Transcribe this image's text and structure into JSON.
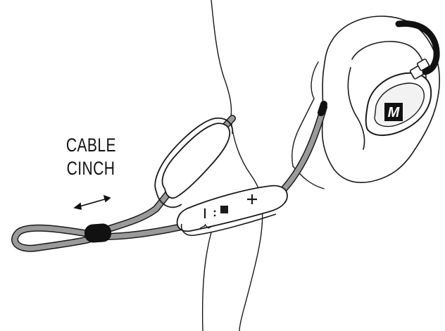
{
  "diagram": {
    "callout": {
      "line1": "CABLE",
      "line2": "CINCH"
    },
    "logo_mark": "M",
    "colors": {
      "outline": "#1a1a1a",
      "cable": "#9a9a9a",
      "cinch": "#111111",
      "background": "#ffffff"
    },
    "icons": [
      "ear-outline",
      "neck-outline",
      "earphone-icon",
      "remote-control",
      "battery-pod",
      "cable-cinch",
      "double-arrow-icon",
      "plus-icon",
      "minus-icon",
      "multifunction-icon"
    ]
  }
}
